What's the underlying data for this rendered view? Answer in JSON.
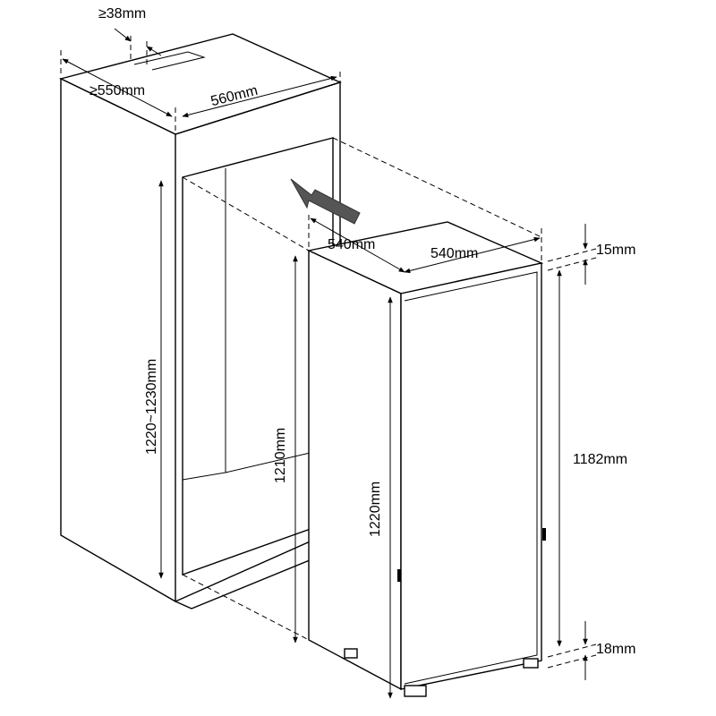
{
  "dimensions": {
    "niche_gap": "≥38mm",
    "niche_depth": "≥550mm",
    "niche_width": "560mm",
    "niche_height": "1220~1230mm",
    "fridge_depth": "540mm",
    "fridge_width": "540mm",
    "top_clearance": "15mm",
    "body_height": "1182mm",
    "bottom_clearance": "18mm",
    "fridge_side_height": "1210mm",
    "fridge_front_height": "1220mm"
  },
  "colors": {
    "line": "#000000",
    "arrow": "#555555",
    "background": "#ffffff"
  }
}
